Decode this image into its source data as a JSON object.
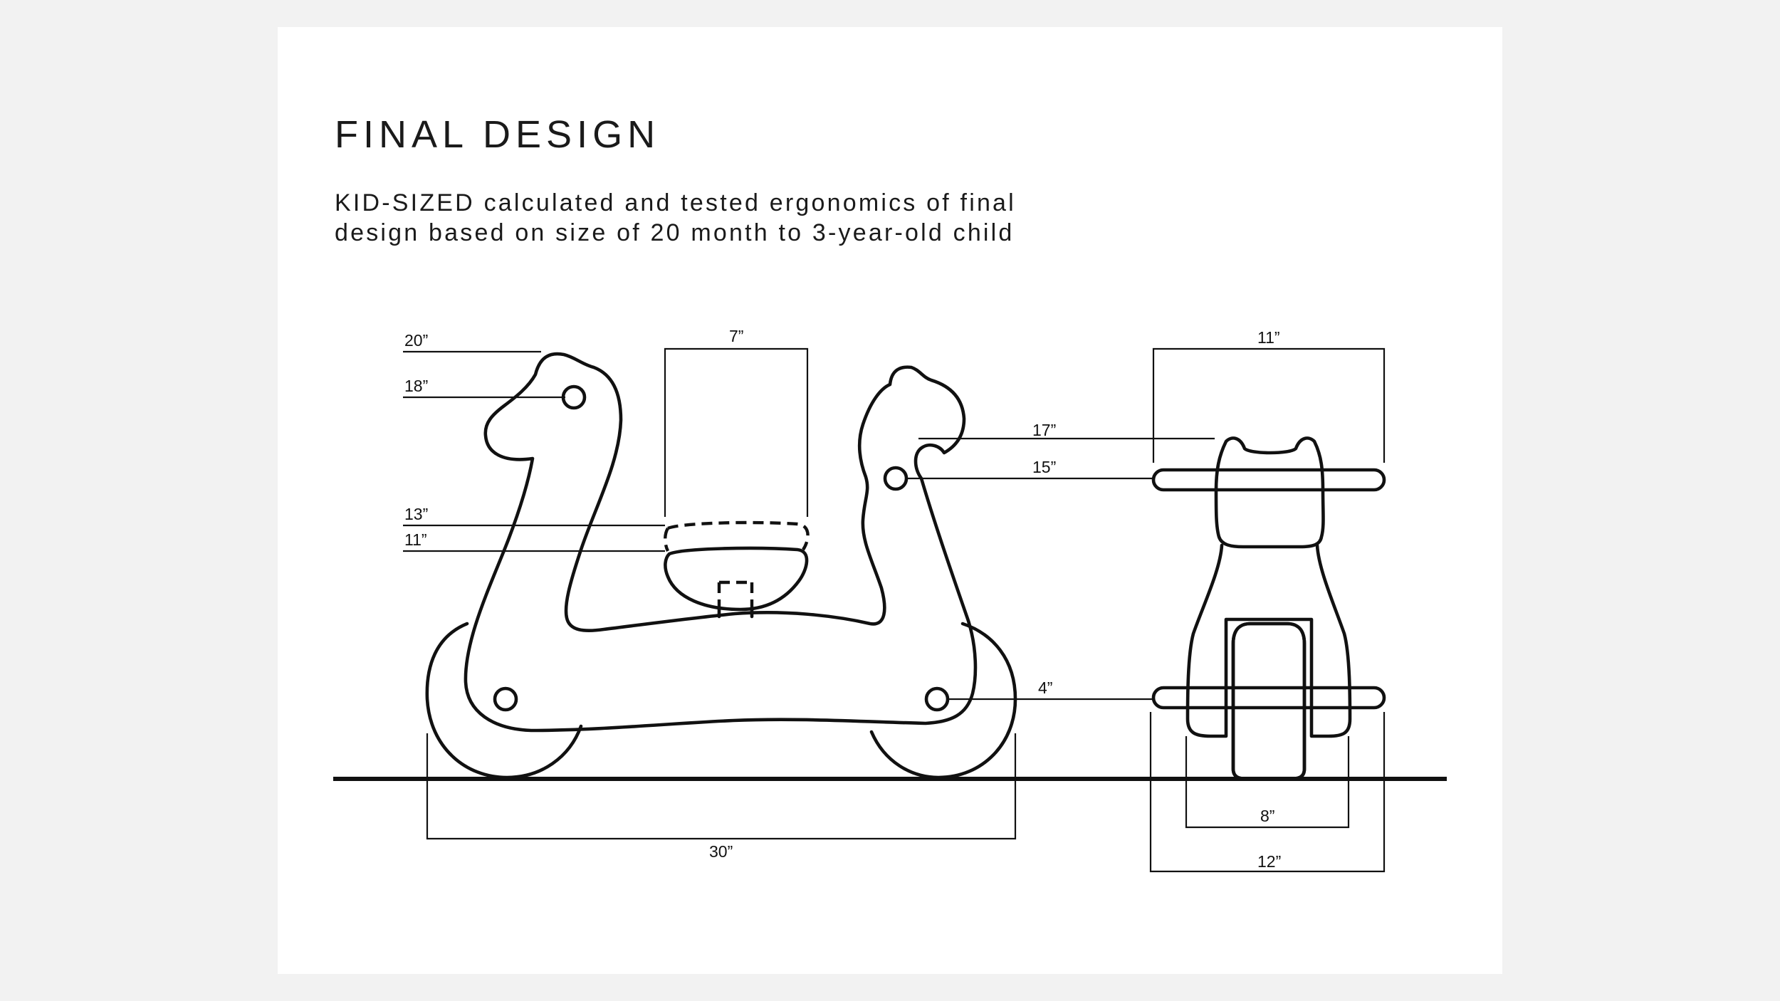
{
  "heading": "FINAL DESIGN",
  "subtitle": {
    "line1": "KID-SIZED  calculated and tested ergonomics of final",
    "line2": "design based on size of 20 month to 3-year-old child"
  },
  "dimensions": {
    "height_head": "20”",
    "height_eye": "18”",
    "height_seat_top": "13”",
    "height_seat": "11”",
    "seat_width": "7”",
    "height_rear_head": "17”",
    "height_rear_eye": "15”",
    "height_axle": "4”",
    "handlebar_width": "11”",
    "total_length": "30”",
    "wheel_track": "8”",
    "base_width": "12”"
  }
}
